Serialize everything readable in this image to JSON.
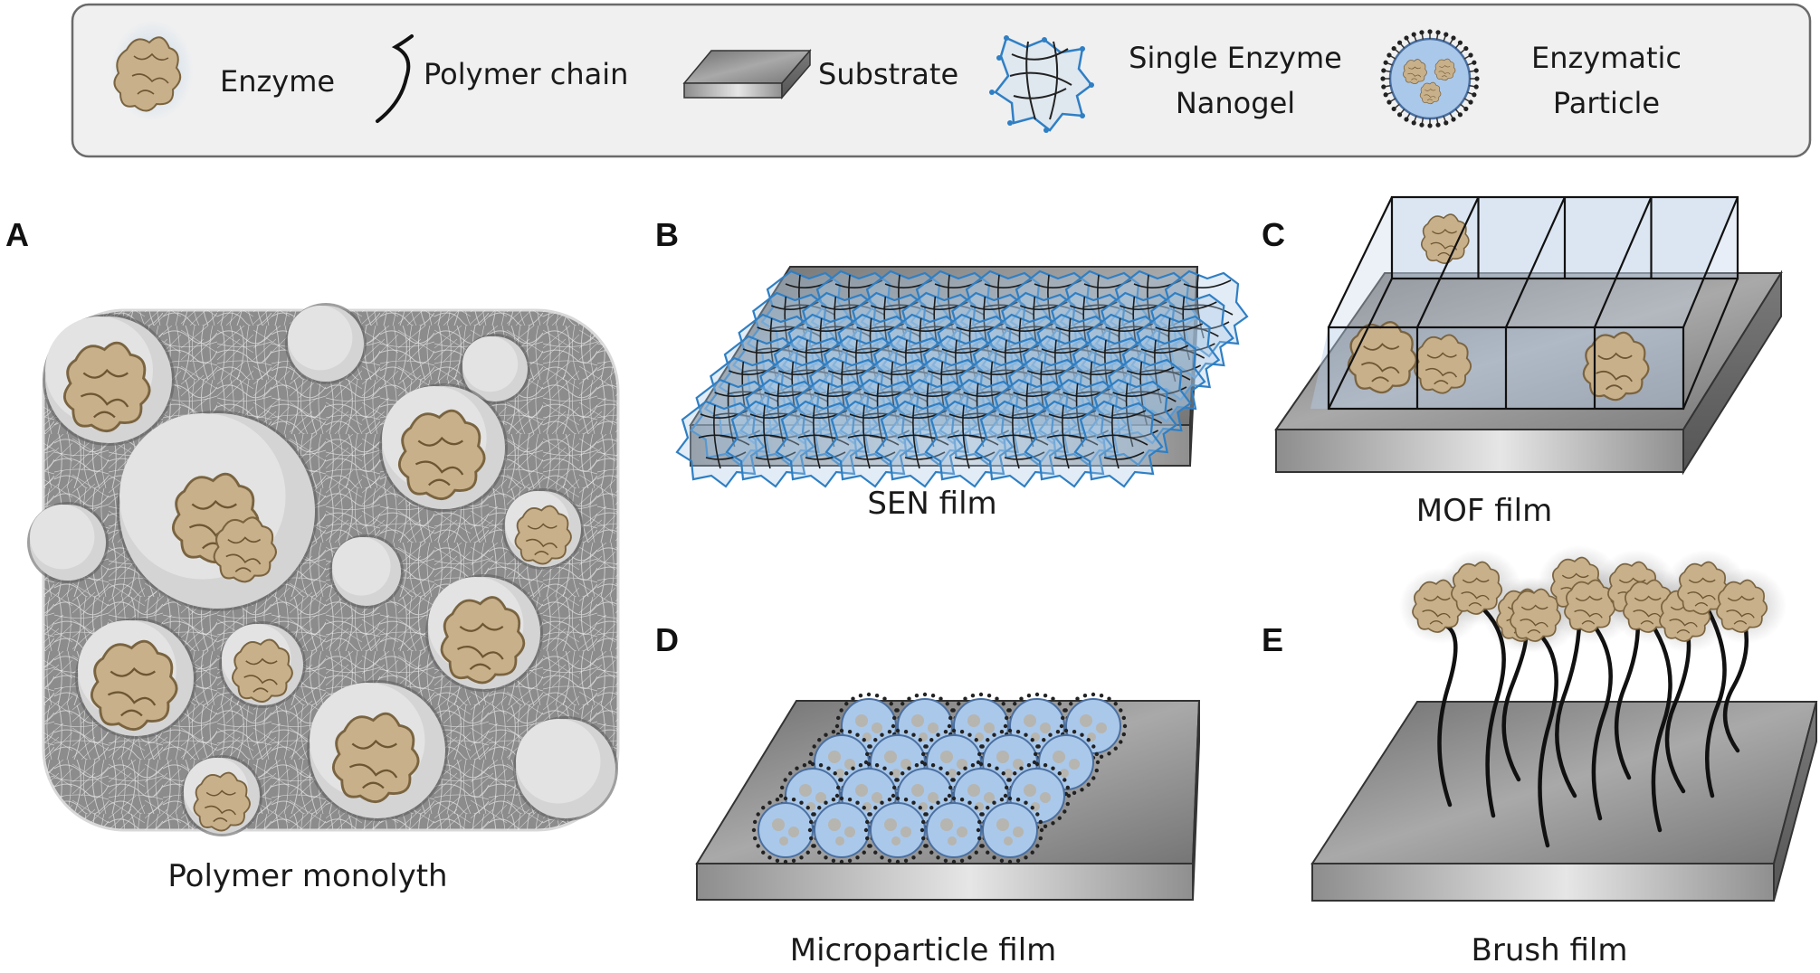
{
  "legend": {
    "items": [
      {
        "key": "enzyme",
        "label": "Enzyme"
      },
      {
        "key": "polymer",
        "label": "Polymer chain"
      },
      {
        "key": "substrate",
        "label": "Substrate"
      },
      {
        "key": "sen",
        "label_line1": "Single Enzyme",
        "label_line2": "Nanogel"
      },
      {
        "key": "particle",
        "label_line1": "Enzymatic",
        "label_line2": "Particle"
      }
    ]
  },
  "panels": {
    "a": {
      "letter": "A",
      "caption": "Polymer monolyth"
    },
    "b": {
      "letter": "B",
      "caption": "SEN film"
    },
    "c": {
      "letter": "C",
      "caption": "MOF film"
    },
    "d": {
      "letter": "D",
      "caption": "Microparticle film"
    },
    "e": {
      "letter": "E",
      "caption": "Brush film"
    }
  },
  "colors": {
    "enzyme": "#c8b08a",
    "polymer": "#111111",
    "substrate_top": "#8a8a8a",
    "substrate_side": "#c9c9c9",
    "sen_blue": "#2f7fc4",
    "particle_fill": "#aac8ea",
    "mof_blue": "#b9cde8",
    "legend_bg": "#f0f0f0",
    "legend_border": "#6a6a6a"
  }
}
